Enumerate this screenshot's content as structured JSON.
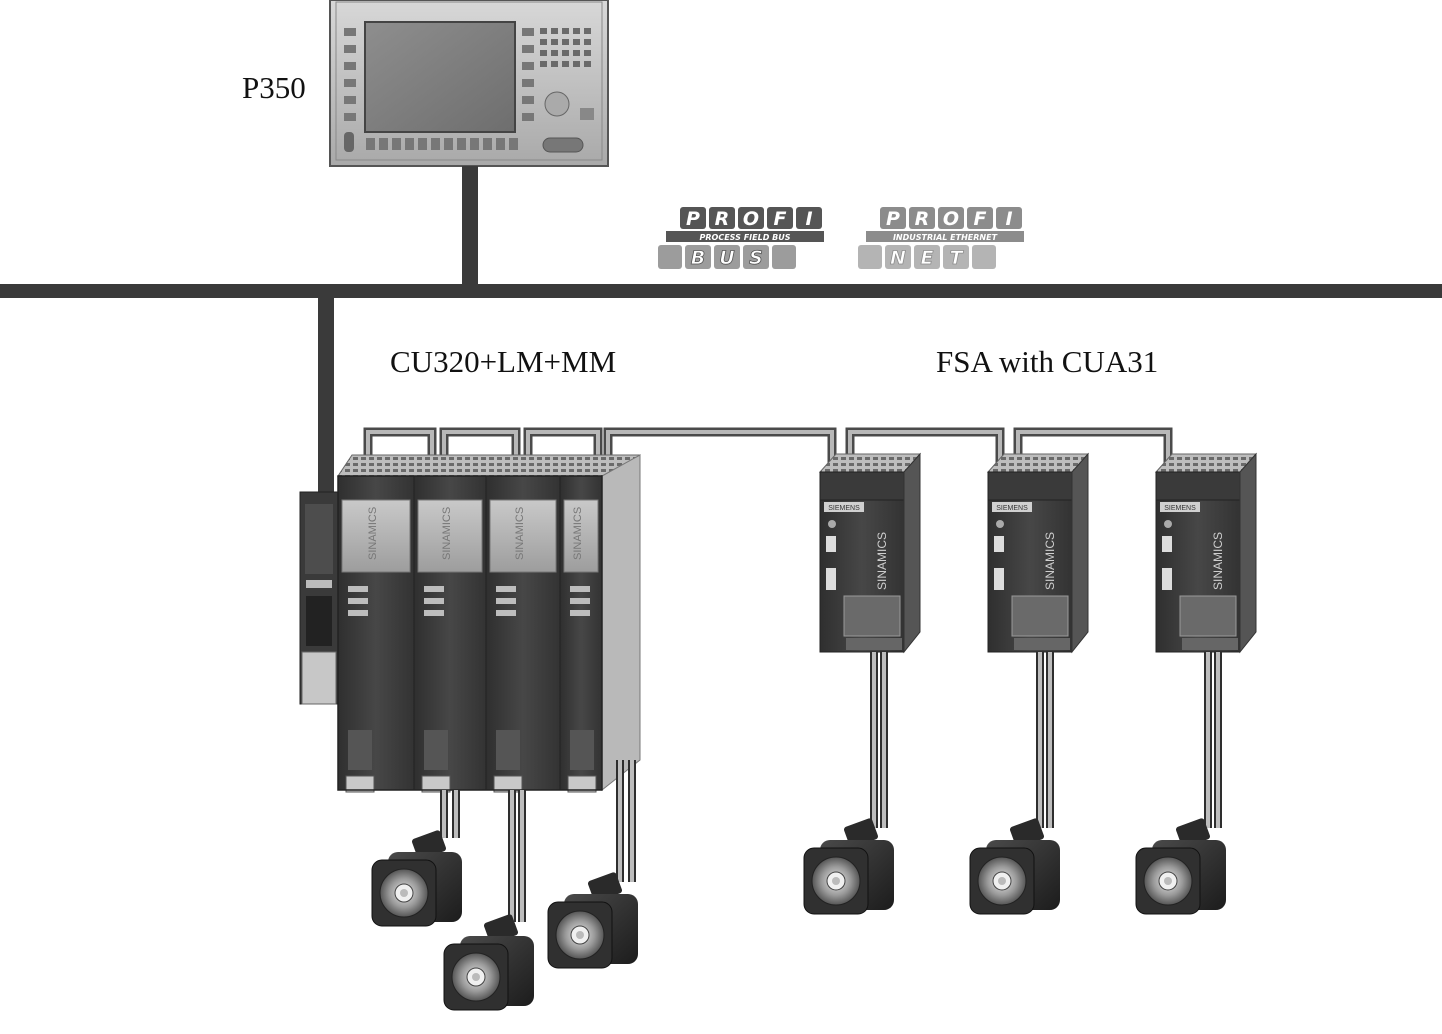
{
  "labels": {
    "p350": "P350",
    "cu320": "CU320+LM+MM",
    "fsa": "FSA with CUA31"
  },
  "logos": {
    "profibus": {
      "top": [
        "P",
        "R",
        "O",
        "F",
        "I"
      ],
      "middle": "PROCESS FIELD BUS",
      "bottom": [
        "B",
        "U",
        "S"
      ]
    },
    "profinet": {
      "top": [
        "P",
        "R",
        "O",
        "F",
        "I"
      ],
      "middle": "INDUSTRIAL ETHERNET",
      "bottom": [
        "N",
        "E",
        "T"
      ]
    }
  },
  "device_text": {
    "sinamics": "SINAMICS",
    "siemens": "SIEMENS"
  },
  "colors": {
    "bus": "#3a3a3a",
    "drive_cliq_cable": "#9a9a9a",
    "module_dark": "#3c3c3c",
    "logo_dark": "#5a5a5a",
    "logo_light": "#b5b5b5"
  }
}
